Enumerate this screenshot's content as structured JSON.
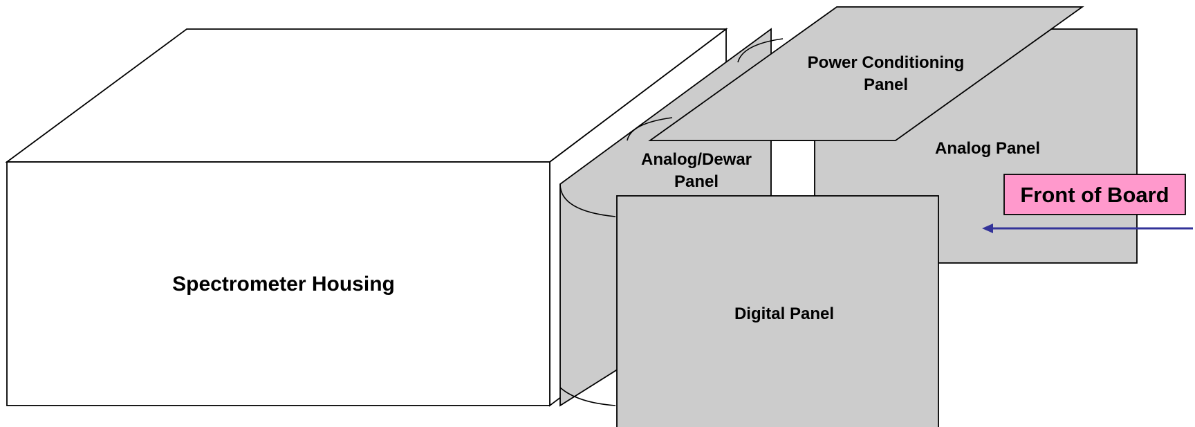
{
  "diagram": {
    "housing_label": "Spectrometer Housing",
    "power_panel_label_line1": "Power Conditioning",
    "power_panel_label_line2": "Panel",
    "analog_panel_label": "Analog Panel",
    "analog_dewar_label_line1": "Analog/Dewar",
    "analog_dewar_label_line2": "Panel",
    "digital_panel_label": "Digital Panel",
    "front_label": "Front of Board"
  },
  "colors": {
    "panel_fill": "#cccccc",
    "housing_fill": "#ffffff",
    "front_box_fill": "#ff99cc",
    "arrow": "#333399",
    "outline": "#000000"
  }
}
